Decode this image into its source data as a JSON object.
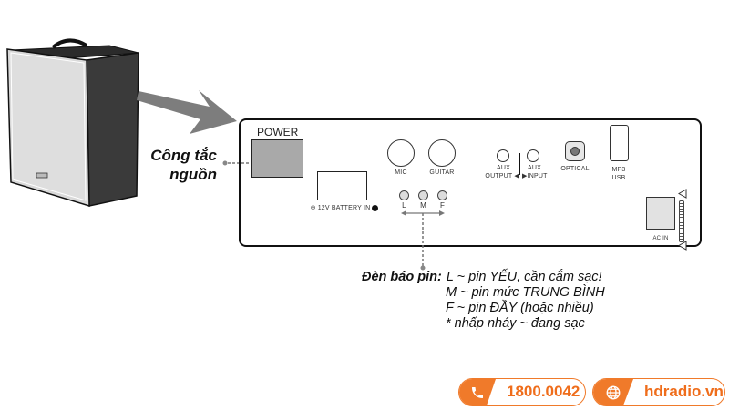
{
  "diagram": {
    "callouts": {
      "power_switch": {
        "line1": "Công tắc",
        "line2": "nguồn"
      }
    },
    "panel": {
      "power_label": "POWER",
      "battery_label": "12V BATTERY IN",
      "jacks": {
        "mic": "MIC",
        "guitar": "GUITAR"
      },
      "leds": [
        "L",
        "M",
        "F"
      ],
      "aux_output": {
        "line1": "AUX",
        "line2": "OUTPUT ◀"
      },
      "aux_input": {
        "line1": "AUX",
        "line2": "▶INPUT"
      },
      "optical": "OPTICAL",
      "usb": {
        "line1": "MP3",
        "line2": "USB"
      },
      "ac_in": "AC IN"
    },
    "legend": {
      "title": "Đèn báo pin:",
      "lines": [
        "L ~ pin YẾU, cần cắm sạc!",
        "M ~ pin mức TRUNG BÌNH",
        "F ~ pin ĐẦY (hoặc nhiều)",
        "* nhấp nháy ~ đang sạc"
      ]
    }
  },
  "footer": {
    "phone": {
      "icon": "phone-icon",
      "label": "1800.0042"
    },
    "website": {
      "icon": "globe-icon",
      "label": "hdradio.vn"
    },
    "accent_color": "#f07a2a"
  }
}
